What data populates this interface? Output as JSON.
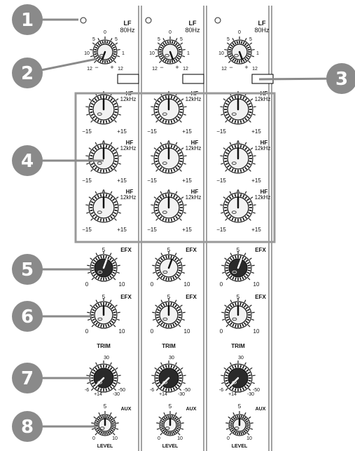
{
  "callouts": [
    "1",
    "2",
    "3",
    "4",
    "5",
    "6",
    "7",
    "8"
  ],
  "colors": {
    "callout": "#8a8a8a",
    "knob_dark": "#2a2a2a",
    "knob_light": "#f2f2f2",
    "group_box": "#9a9a9a"
  },
  "lowcut": {
    "label_a": "LF",
    "label_b": "80Hz",
    "scale": [
      "0",
      "5",
      "5",
      "10",
      "1",
      "12",
      "12"
    ],
    "minus": "−",
    "plus": "+"
  },
  "eq": {
    "band": "HF",
    "freq": "12kHz",
    "center": "0",
    "min": "−15",
    "max": "+15"
  },
  "efx": {
    "label": "EFX",
    "center": "5",
    "min": "0",
    "max": "10"
  },
  "trim": {
    "label": "TRIM",
    "scale": [
      "30",
      "-6",
      "+14",
      "-30",
      "-50"
    ]
  },
  "aux": {
    "label": "AUX",
    "level_label": "LEVEL",
    "center": "5",
    "min": "0",
    "max": "10"
  }
}
